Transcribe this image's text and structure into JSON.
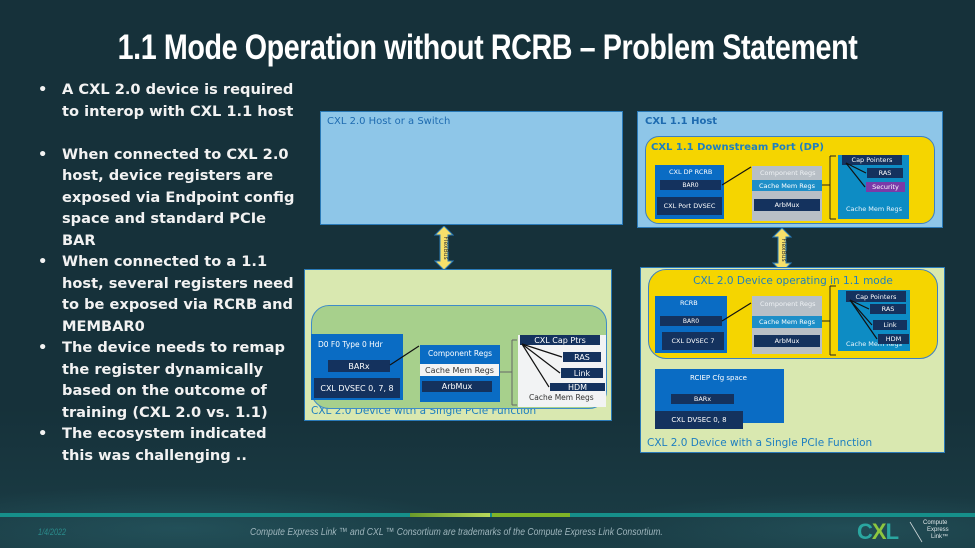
{
  "slide": {
    "title": "1.1 Mode Operation without RCRB – Problem Statement",
    "bullet_glyph": "•",
    "bullets": [
      "A CXL 2.0 device is required to interop with CXL 1.1 host",
      "When connected to CXL 2.0 host, device registers are exposed via Endpoint config space and standard PCIe BAR",
      "When connected to a 1.1 host, several registers need to be exposed via RCRB and MEMBAR0",
      "The device needs to remap the register dynamically based on the outcome of training (CXL 2.0 vs. 1.1)",
      "The ecosystem indicated this was challenging .."
    ]
  },
  "diagram_left": {
    "host_label": "CXL 2.0 Host or a Switch",
    "link_label": "FlexBus",
    "device_caption": "CXL 2.0 Device with a Single PCIe Function",
    "cfg_block": {
      "header": "D0 F0 Type 0 Hdr",
      "bar": "BARx",
      "dvsec": "CXL DVSEC 0, 7, 8"
    },
    "component_block": {
      "header": "Component Regs",
      "cache_mem": "Cache Mem Regs",
      "arbmux": "ArbMux"
    },
    "cap_block": {
      "header": "CXL Cap Ptrs",
      "items": [
        "RAS",
        "Link",
        "HDM"
      ],
      "footer": "Cache Mem Regs"
    }
  },
  "diagram_right": {
    "host_label": "CXL 1.1 Host",
    "dp_label": "CXL 1.1 Downstream Port (DP)",
    "link_label": "FlexBus",
    "dp_rcrb": {
      "header": "CXL DP RCRB",
      "bar": "BAR0",
      "dvsec": "CXL Port DVSEC"
    },
    "dp_component": {
      "header": "Component Regs",
      "cache_mem": "Cache Mem Regs",
      "arbmux": "ArbMux"
    },
    "dp_caps": {
      "header": "Cap Pointers",
      "items": [
        "RAS",
        "Security"
      ],
      "footer": "Cache Mem Regs"
    },
    "mode_label": "CXL 2.0 Device operating in 1.1 mode",
    "dev_rcrb": {
      "header": "RCRB",
      "bar": "BAR0",
      "dvsec": "CXL DVSEC 7"
    },
    "dev_component": {
      "header": "Component Regs",
      "cache_mem": "Cache Mem Regs",
      "arbmux": "ArbMux"
    },
    "dev_caps": {
      "header": "Cap Pointers",
      "items": [
        "RAS",
        "Link",
        "HDM"
      ],
      "footer": "Cache Mem Regs"
    },
    "rciep": {
      "header": "RCIEP Cfg space",
      "bar": "BARx",
      "dvsec": "CXL DVSEC 0, 8"
    },
    "device_caption": "CXL 2.0 Device with a Single PCIe Function"
  },
  "footer": {
    "date": "1/4/2022",
    "note": "Compute Express Link ™ and CXL ™ Consortium are trademarks of the Compute Express Link Consortium.",
    "logo": {
      "c": "C",
      "x": "X",
      "l": "L",
      "tagline": [
        "Compute",
        "Express",
        "Link™"
      ]
    }
  },
  "colors": {
    "background": "#16313a",
    "host_blue": "#8ec6e8",
    "device_green": "#d9e8b0",
    "port_yellow": "#f5d500",
    "register_navy": "#14325e",
    "security_purple": "#7a3aa8",
    "accent_teal": "#168f8a"
  }
}
